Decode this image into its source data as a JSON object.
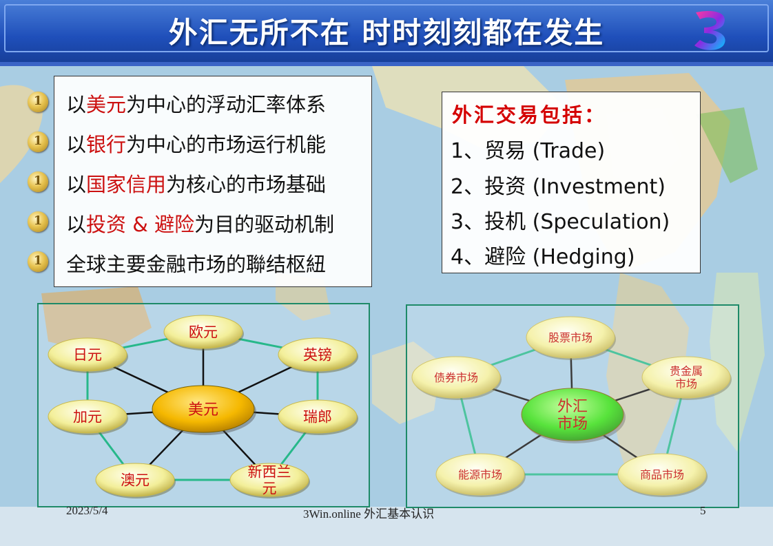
{
  "slide": {
    "title": "外汇无所不在 时时刻刻都在发生",
    "logo_icon": "3win-logo-icon"
  },
  "left_box": {
    "bullets": [
      {
        "pre": "以",
        "hl": "美元",
        "post": "为中心的浮动汇率体系"
      },
      {
        "pre": "以",
        "hl": "银行",
        "post": "为中心的市场运行机能"
      },
      {
        "pre": "以",
        "hl": "国家信用",
        "post": "为核心的市场基础"
      },
      {
        "pre": "以",
        "hl": "投资 & 避险",
        "post": "为目的驱动机制"
      },
      {
        "pre": "全球主要金融市场的聯结枢紐",
        "hl": "",
        "post": ""
      }
    ]
  },
  "right_box": {
    "heading": "外汇交易包括：",
    "items": [
      "1、贸易 (Trade)",
      "2、投资 (Investment)",
      "3、投机 (Speculation)",
      "4、避险 (Hedging)"
    ]
  },
  "currency_diagram": {
    "center": "美元",
    "nodes": [
      "欧元",
      "英镑",
      "瑞郎",
      "新西兰元",
      "澳元",
      "加元",
      "日元"
    ],
    "colors": {
      "center": "#f5b800",
      "node": "#f4f0a0",
      "text": "#cc1010",
      "ring": "#27b88a"
    }
  },
  "market_diagram": {
    "center": "外汇市场",
    "nodes": [
      "股票市场",
      "贵金属市场",
      "商品市场",
      "能源市场",
      "债券市场"
    ],
    "colors": {
      "center": "#33dd11",
      "node": "#f4f0a0",
      "text": "#c00000",
      "ring": "#27b88a"
    }
  },
  "footer": {
    "date": "2023/5/4",
    "center": "3Win.online  外汇基本认识",
    "page": "5"
  }
}
